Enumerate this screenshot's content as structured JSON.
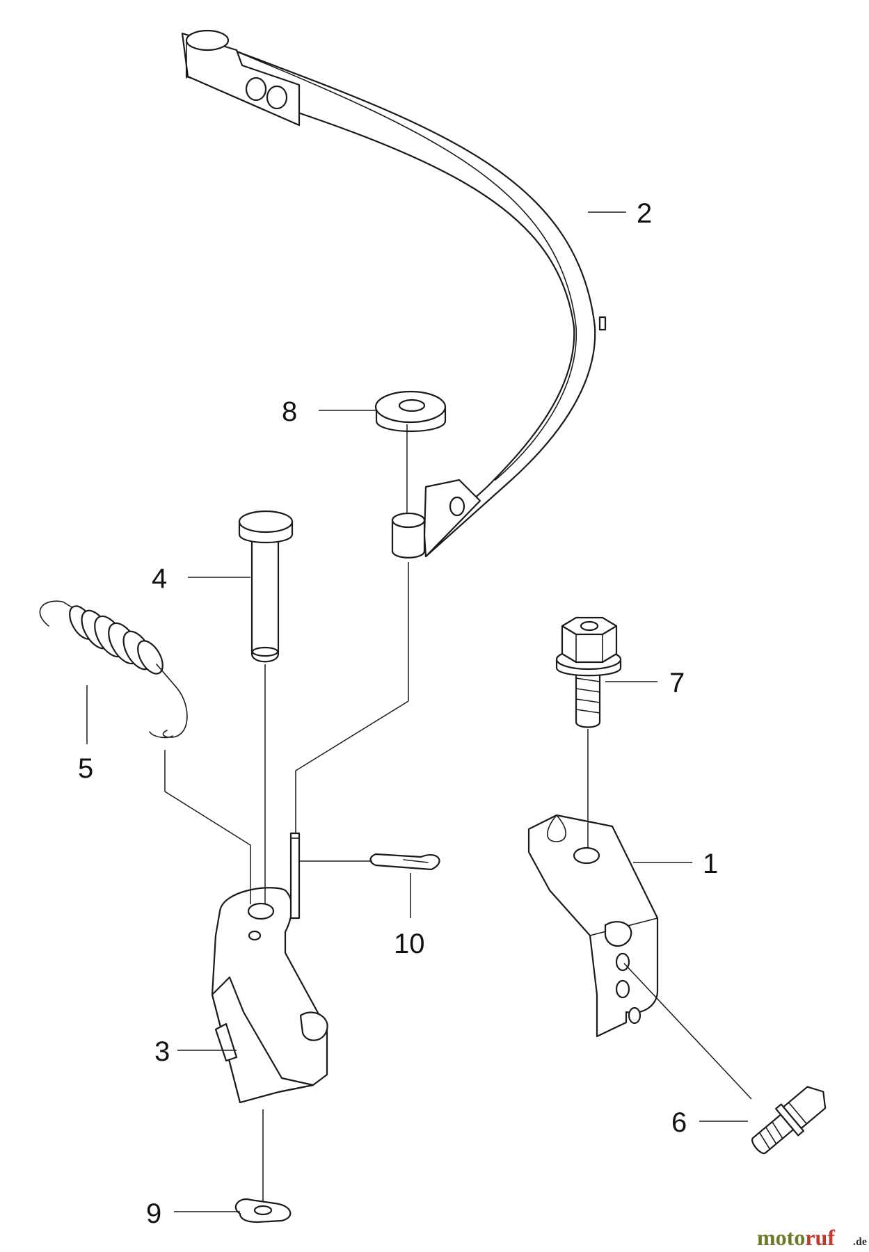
{
  "callouts": {
    "c1": "1",
    "c2": "2",
    "c3": "3",
    "c4": "4",
    "c5": "5",
    "c6": "6",
    "c7": "7",
    "c8": "8",
    "c9": "9",
    "c10": "10"
  },
  "watermark": {
    "name": "motoruf",
    "suffix": ".de",
    "colors": {
      "moto": "#6b7b2a",
      "ruf": "#c0392b",
      "suffix": "#333333"
    }
  },
  "colors": {
    "line": "#1a1a1a",
    "background": "#ffffff"
  }
}
